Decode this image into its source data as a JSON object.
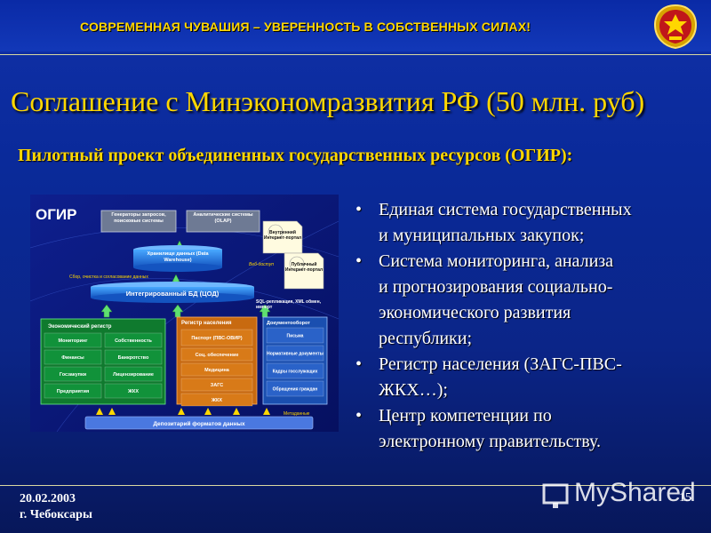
{
  "header": {
    "banner_title": "СОВРЕМЕННАЯ ЧУВАШИЯ – УВЕРЕННОСТЬ В СОБСТВЕННЫХ СИЛАХ!",
    "emblem_icon": "chuvashia-emblem-icon"
  },
  "slide": {
    "title": "Соглашение с Минэкономразвития РФ (50 млн. руб)",
    "subtitle": "Пилотный проект объединенных государственных ресурсов (ОГИР):"
  },
  "diagram": {
    "logo": "ОГИР",
    "generators": "Генераторы запросов, поисковые системы",
    "analytics": "Аналитические системы (OLAP)",
    "internal_portal": "Внутренний Интернет-портал",
    "public_portal": "Публичный Интернет-портал",
    "warehouse": "Хранилище данных (Data Warehouse)",
    "web_access": "Веб-доступ",
    "collection": "Сбор, очистка и согласование данных",
    "integrated_db": "Интегрированный БД (ЦОД)",
    "sql_replication": "SQL-репликация, XML обмен, импорт",
    "econ_register": {
      "title": "Экономический регистр",
      "items": [
        "Мониторинг",
        "Собственность",
        "Финансы",
        "Банкротство",
        "Госзакупки",
        "Лицензирование",
        "Предприятия",
        "ЖКХ"
      ]
    },
    "pop_register": {
      "title": "Регистр населения",
      "items": [
        "Паспорт (ПВС-ОВИР)",
        "Соц. обеспечение",
        "Медицина",
        "ЗАГС",
        "ЖКХ"
      ]
    },
    "doc_flow": {
      "title": "Документооборот",
      "items": [
        "Письма",
        "Нормативные документы",
        "Кадры госслужащих",
        "Обращения граждан"
      ]
    },
    "metadata": "Метаданные",
    "depository": "Депозитарий форматов данных"
  },
  "bullets": [
    "Единая система государственных и муниципальных закупок;",
    "Система мониторинга, анализа и прогнозирования социально-экономического развития республики;",
    "Регистр населения (ЗАГС-ПВС-ЖКХ…);",
    "Центр компетенции по электронному правительству."
  ],
  "bullet_lines": [
    [
      "Единая система государственных",
      "и муниципальных закупок;"
    ],
    [
      "Система мониторинга, анализа",
      "и прогнозирования социально-",
      "экономического развития",
      "республики;"
    ],
    [
      "Регистр населения (ЗАГС-ПВС-",
      "ЖКХ…);"
    ],
    [
      "Центр компетенции по",
      "электронному правительству."
    ]
  ],
  "footer": {
    "date": "20.02.2003",
    "city": "г. Чебоксары",
    "page": "15",
    "watermark": "MyShared"
  },
  "colors": {
    "accent_yellow": "#ffd700",
    "background_blue": "#0b2588",
    "econ_green": "#12a03a",
    "pop_orange": "#e07a10",
    "doc_blue": "#1a4fb0"
  }
}
